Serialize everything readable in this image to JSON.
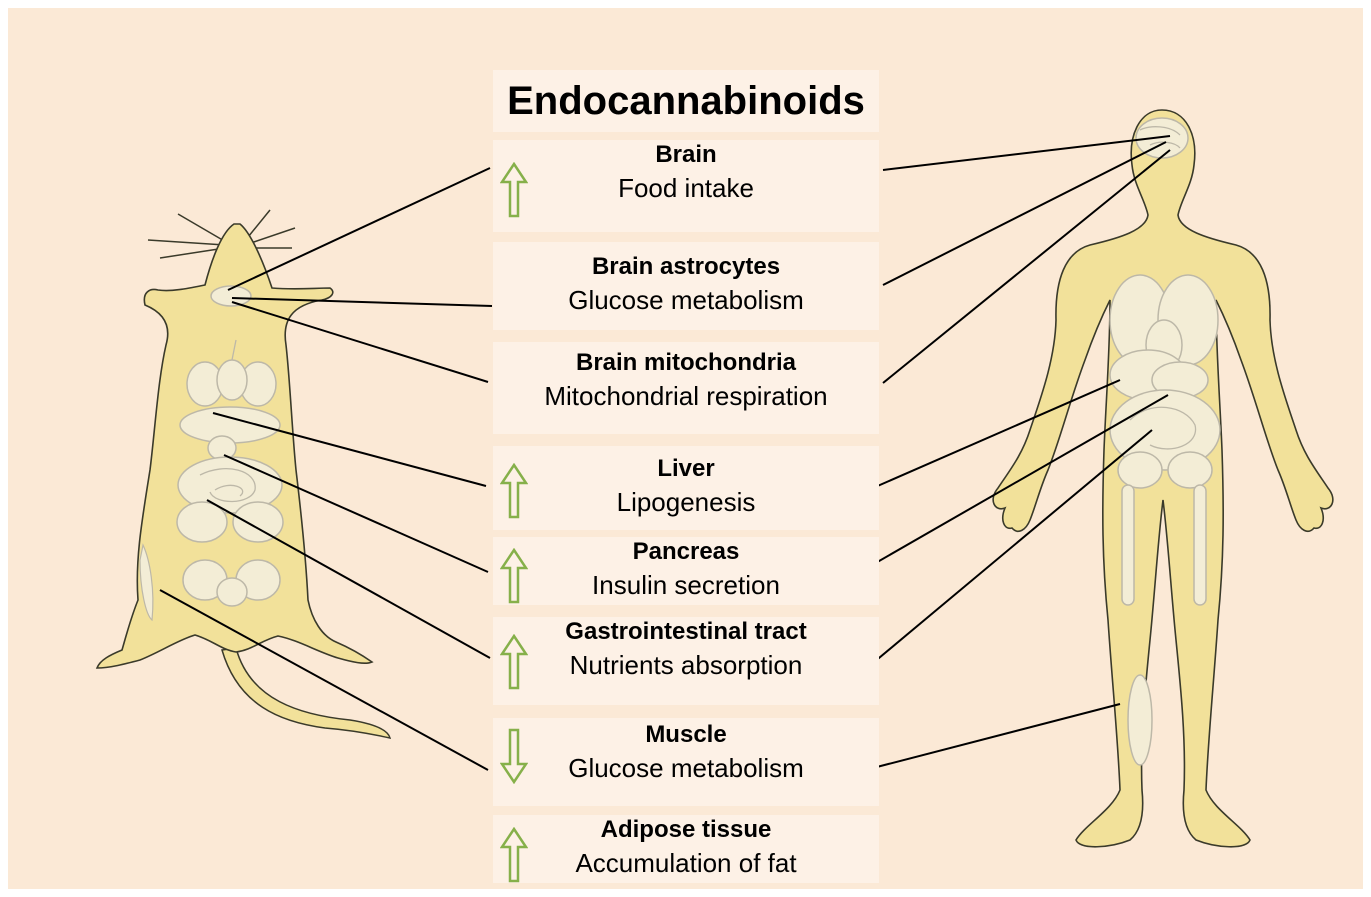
{
  "title": "Endocannabinoids",
  "colors": {
    "background": "#fbe9d6",
    "panel": "#fdf1e6",
    "body_fill": "#f2e19a",
    "body_outline": "#3a3a2a",
    "organ_fill": "#f3edd6",
    "arrow_green": "#86b04a"
  },
  "effects": [
    {
      "organ": "Brain",
      "effect": "Food intake",
      "direction": "up"
    },
    {
      "organ": "Brain astrocytes",
      "effect": "Glucose metabolism",
      "direction": "none"
    },
    {
      "organ": "Brain mitochondria",
      "effect": "Mitochondrial respiration",
      "direction": "none"
    },
    {
      "organ": "Liver",
      "effect": "Lipogenesis",
      "direction": "up"
    },
    {
      "organ": "Pancreas",
      "effect": "Insulin secretion",
      "direction": "up"
    },
    {
      "organ": "Gastrointestinal tract",
      "effect": "Nutrients absorption",
      "direction": "up"
    },
    {
      "organ": "Muscle",
      "effect": "Glucose metabolism",
      "direction": "down"
    },
    {
      "organ": "Adipose tissue",
      "effect": "Accumulation of fat",
      "direction": "up"
    }
  ],
  "icons": {
    "mouse": "mouse-anatomy-icon",
    "human": "human-anatomy-icon",
    "up": "up-arrow-icon",
    "down": "down-arrow-icon"
  }
}
